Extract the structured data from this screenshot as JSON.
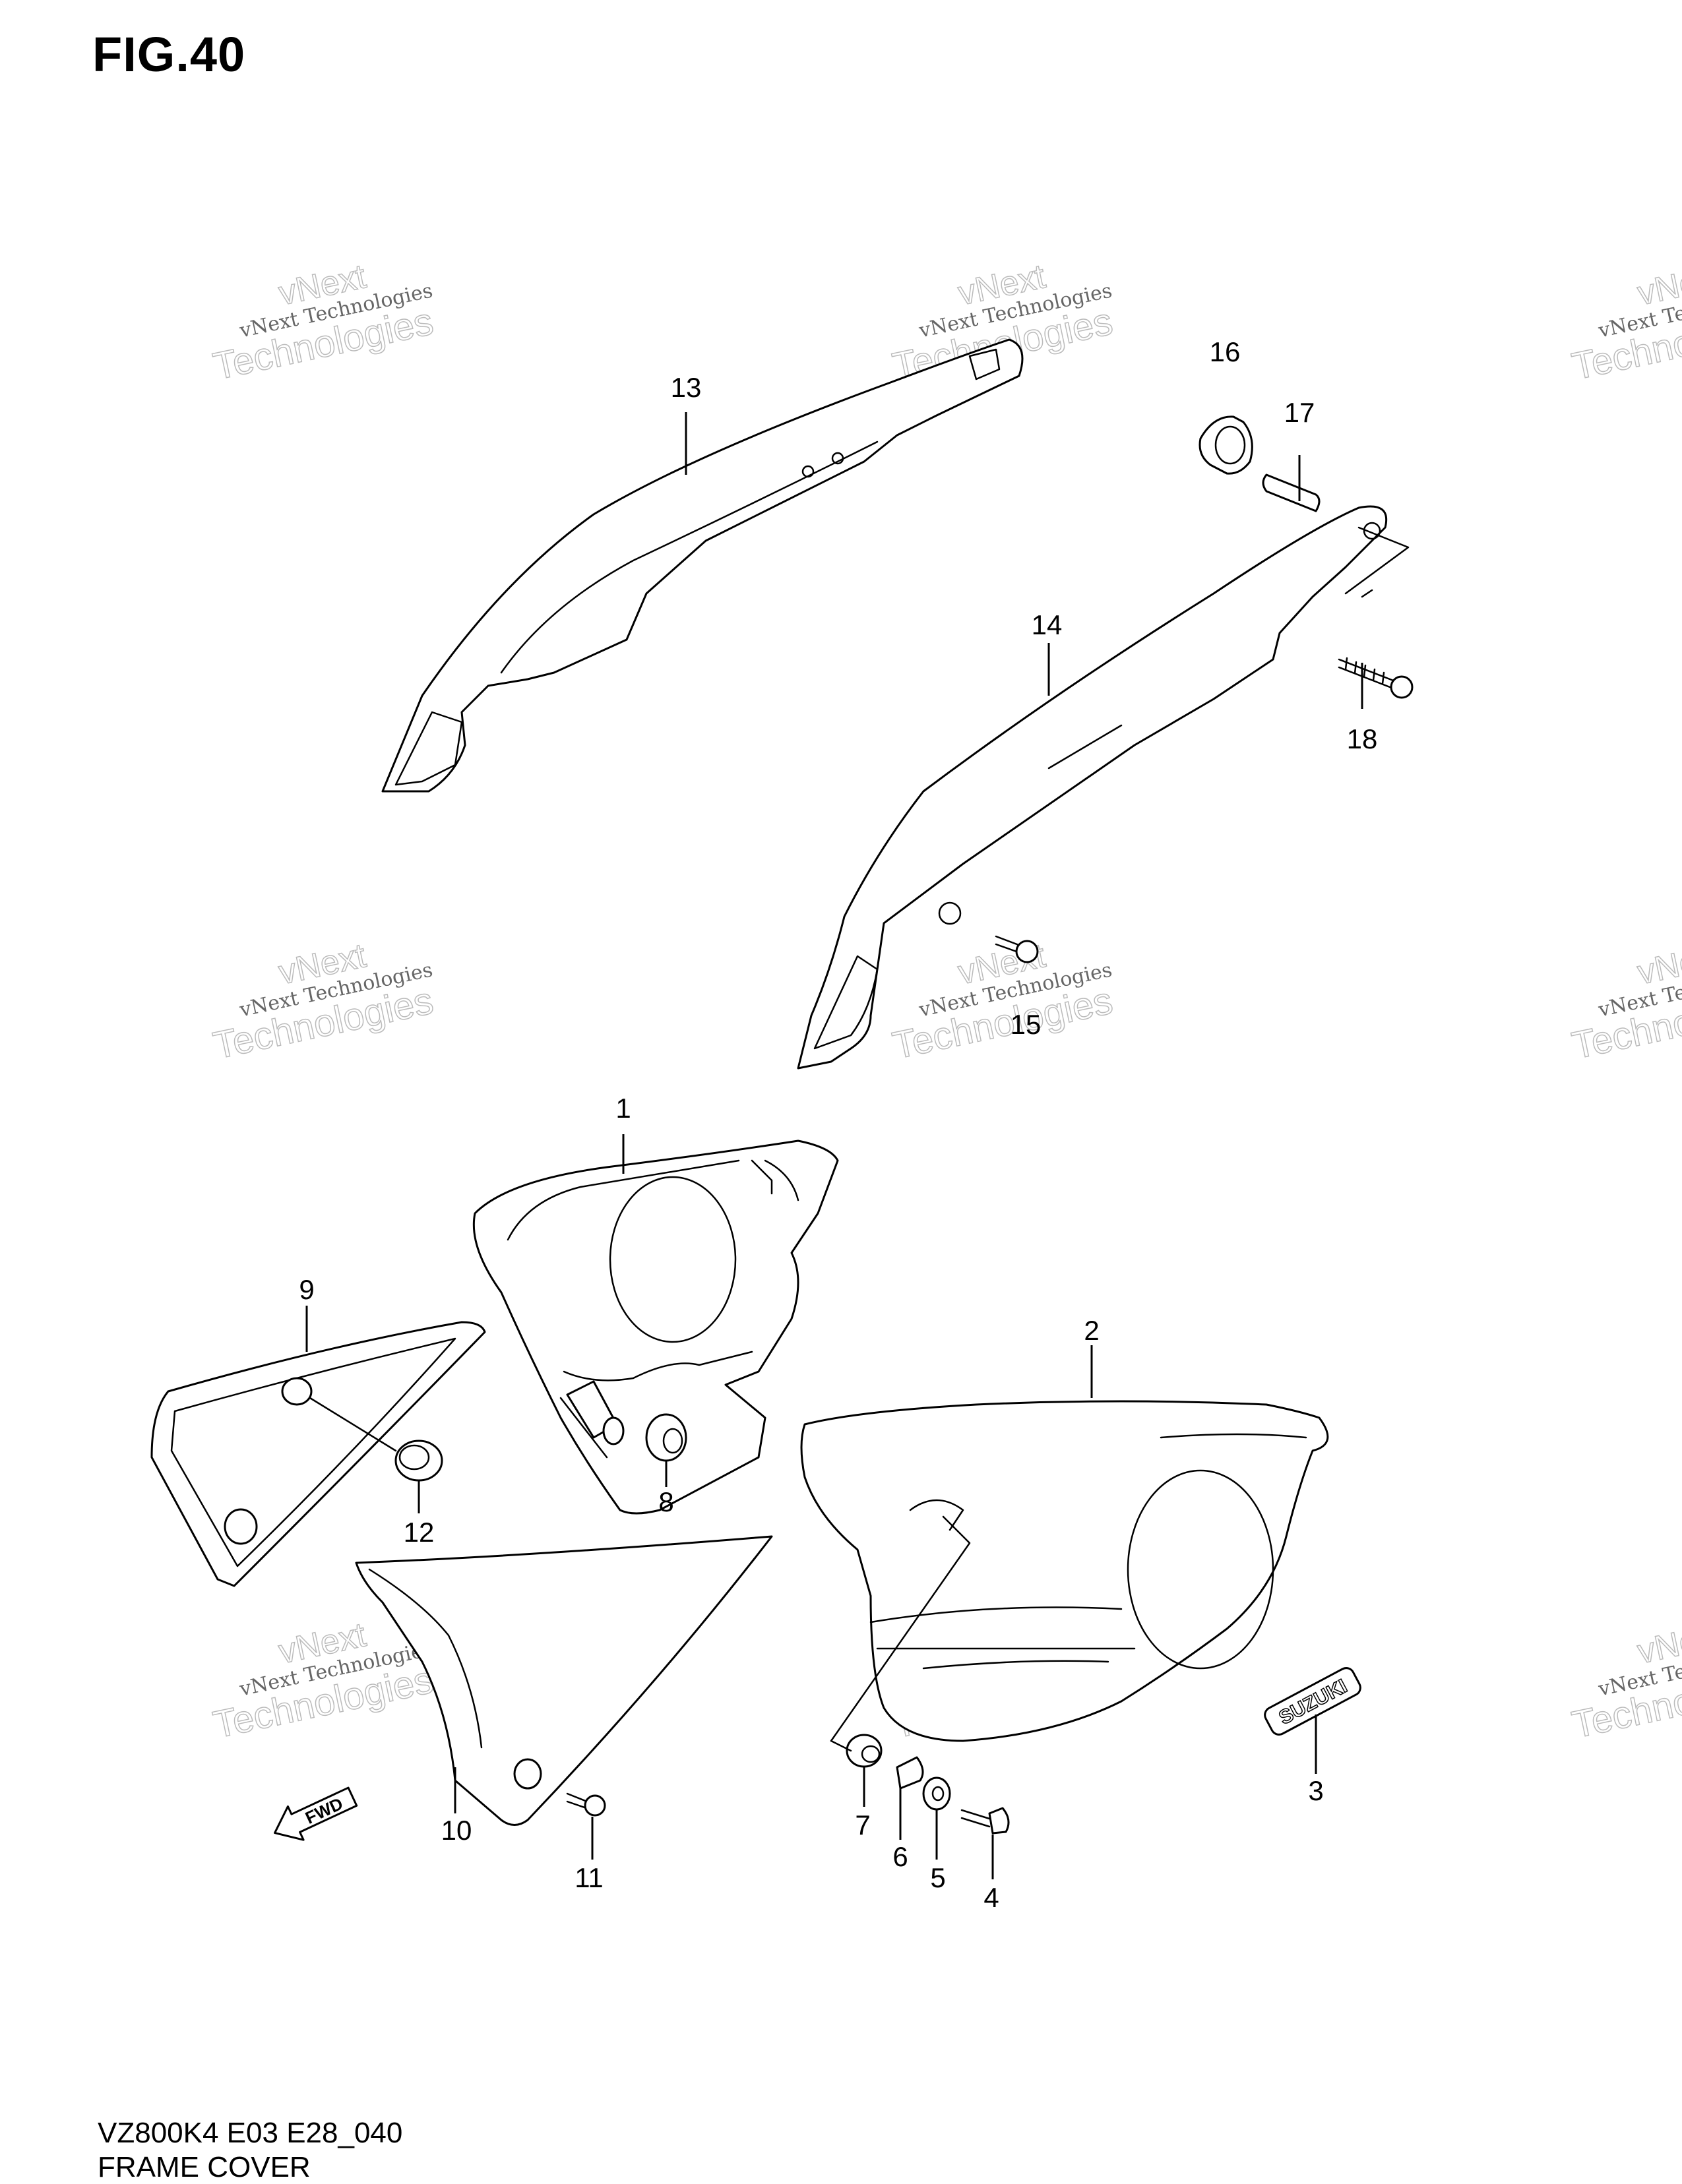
{
  "figure": {
    "title": "FIG.40",
    "model_code": "VZ800K4 E03 E28_040",
    "section_name": "FRAME COVER"
  },
  "callouts": [
    "1",
    "2",
    "3",
    "4",
    "5",
    "6",
    "7",
    "8",
    "9",
    "10",
    "11",
    "12",
    "13",
    "14",
    "15",
    "16",
    "17",
    "18"
  ],
  "watermark": {
    "line_small": "vNext Technologies",
    "line_top": "vNext",
    "line_big": "Technologies"
  },
  "emblem_text": "SUZUKI",
  "direction_label": "FWD"
}
